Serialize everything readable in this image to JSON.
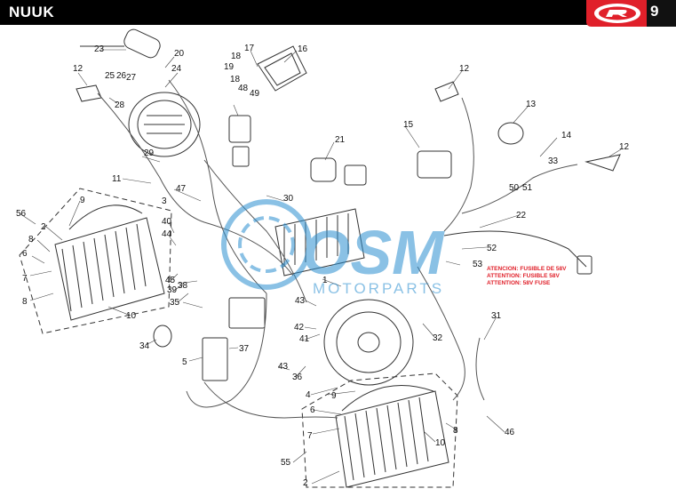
{
  "header": {
    "title": "NUUK",
    "page_number": "9",
    "brand_color": "#e0202a"
  },
  "watermark": {
    "name": "OSM",
    "tagline": "MOTORPARTS",
    "color": "#2b8fd0"
  },
  "warnings": [
    "ATENCION: FUSIBLE DE 58V",
    "ATTENTION: FUSIBLE 58V",
    "ATTENTION: 58V FUSE"
  ],
  "callouts": [
    "23",
    "20",
    "17",
    "16",
    "18",
    "19",
    "18",
    "48",
    "49",
    "12",
    "25",
    "26",
    "27",
    "24",
    "28",
    "12",
    "13",
    "15",
    "21",
    "14",
    "33",
    "12",
    "29",
    "11",
    "47",
    "3",
    "30",
    "50",
    "51",
    "56",
    "9",
    "2",
    "8",
    "6",
    "7",
    "8",
    "40",
    "44",
    "45",
    "39",
    "38",
    "22",
    "52",
    "53",
    "10",
    "35",
    "1",
    "43",
    "34",
    "5",
    "37",
    "42",
    "41",
    "32",
    "31",
    "43",
    "36",
    "4",
    "9",
    "6",
    "7",
    "55",
    "2",
    "10",
    "8",
    "46"
  ]
}
